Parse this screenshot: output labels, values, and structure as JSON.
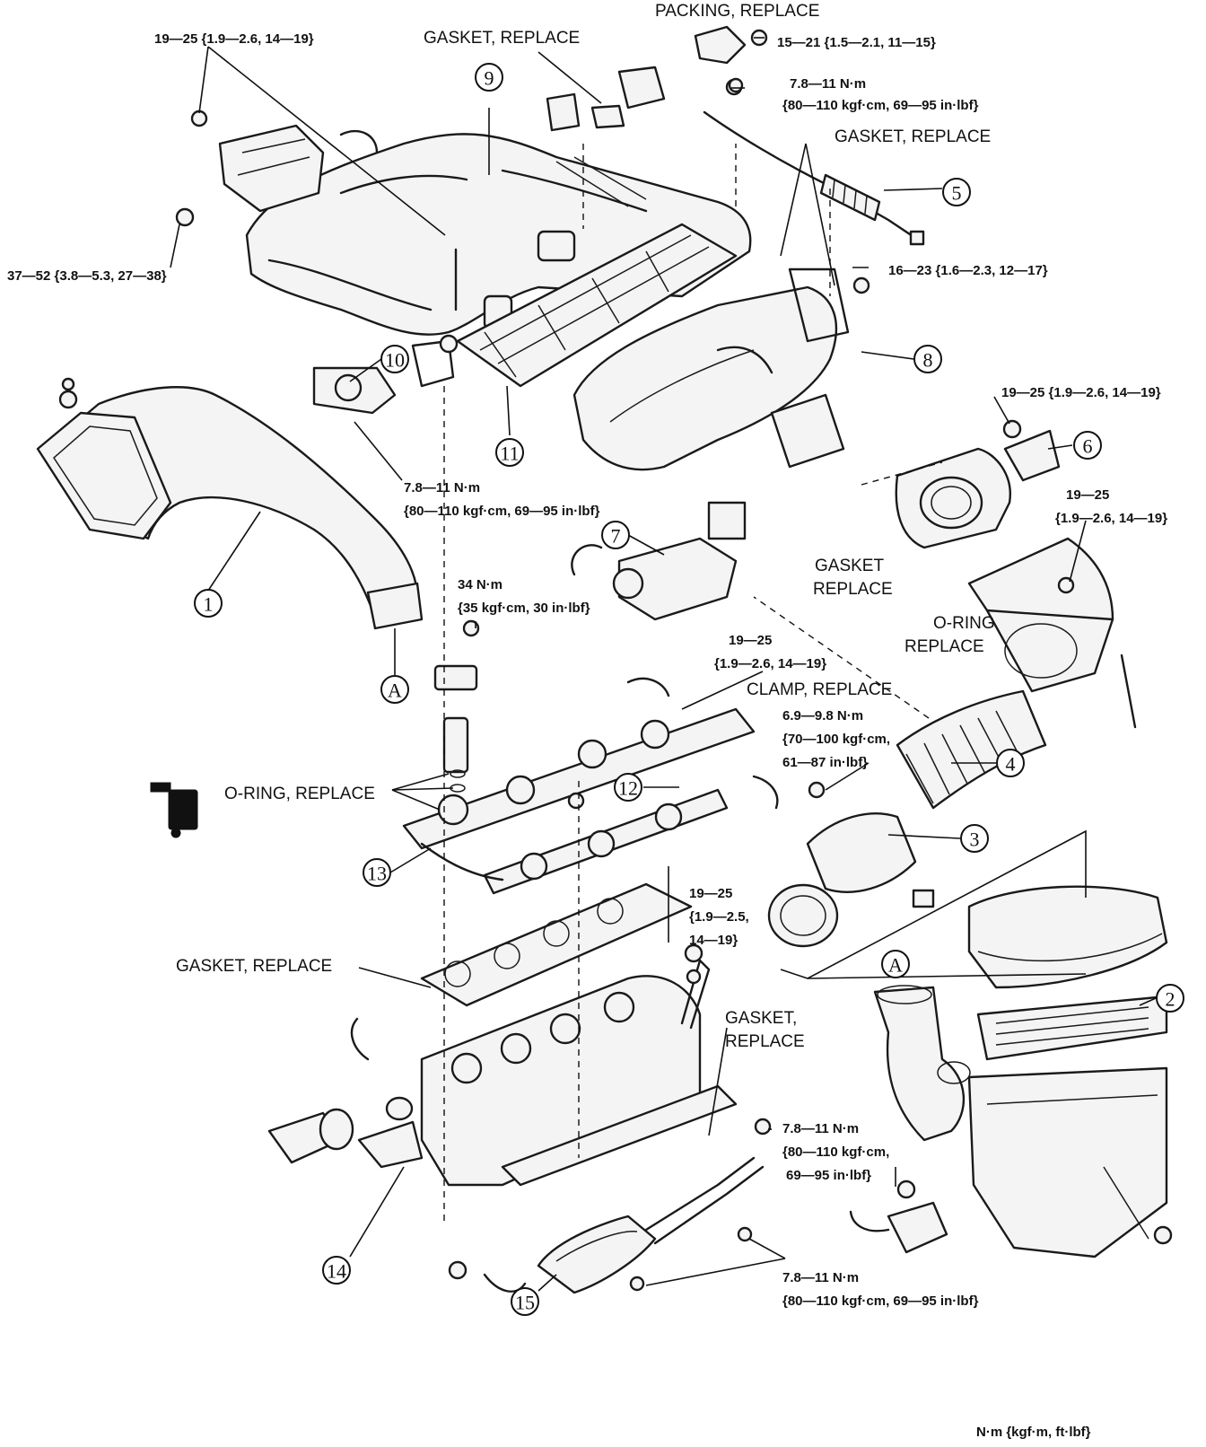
{
  "labels": {
    "packing_replace": "PACKING, REPLACE",
    "gasket_replace_top": "GASKET, REPLACE",
    "gasket_replace_right": "GASKET, REPLACE",
    "gasket_replace_mid_1": "GASKET",
    "gasket_replace_mid_2": "REPLACE",
    "oring_replace_mid_1": "O-RING",
    "oring_replace_mid_2": "REPLACE",
    "clamp_replace": "CLAMP, REPLACE",
    "oring_replace_left": "O-RING, REPLACE",
    "gasket_replace_lower": "GASKET, REPLACE",
    "gasket_replace_bottom_1": "GASKET,",
    "gasket_replace_bottom_2": "REPLACE",
    "connector_a_1": "A",
    "connector_a_2": "A"
  },
  "torques": {
    "t_top_left": "19—25 {1.9—2.6, 14—19}",
    "t_packing": "15—21 {1.5—2.1, 11—15}",
    "t_top_right_1": "7.8—11 N·m",
    "t_top_right_2": "{80—110 kgf·cm, 69—95 in·lbf}",
    "t_left": "37—52 {3.8—5.3, 27—38}",
    "t_right_bolt": "16—23 {1.6—2.3, 12—17}",
    "t_right_mid": "19—25 {1.9—2.6, 14—19}",
    "t_right_lower_1": "19—25",
    "t_right_lower_2": "{1.9—2.6, 14—19}",
    "t_mid_1": "7.8—11 N·m",
    "t_mid_2": "{80—110 kgf·cm, 69—95 in·lbf}",
    "t_34_1": "34 N·m",
    "t_34_2": "{35 kgf·cm, 30 in·lbf}",
    "t_center_1": "19—25",
    "t_center_2": "{1.9—2.6, 14—19}",
    "t_clamp_1": "6.9—9.8 N·m",
    "t_clamp_2": "{70—100 kgf·cm,",
    "t_clamp_3": "61—87 in·lbf}",
    "t_rail_1": "19—25",
    "t_rail_2": "{1.9—2.5,",
    "t_rail_3": "14—19}",
    "t_lower_right_1": "7.8—11 N·m",
    "t_lower_right_2": "{80—110 kgf·cm,",
    "t_lower_right_3": "69—95 in·lbf}",
    "t_bottom_1": "7.8—11 N·m",
    "t_bottom_2": "{80—110 kgf·cm, 69—95 in·lbf}"
  },
  "callouts": [
    "1",
    "2",
    "3",
    "4",
    "5",
    "6",
    "7",
    "8",
    "9",
    "10",
    "11",
    "12",
    "13",
    "14",
    "15"
  ],
  "units_note": "N·m {kgf·m, ft·lbf}"
}
